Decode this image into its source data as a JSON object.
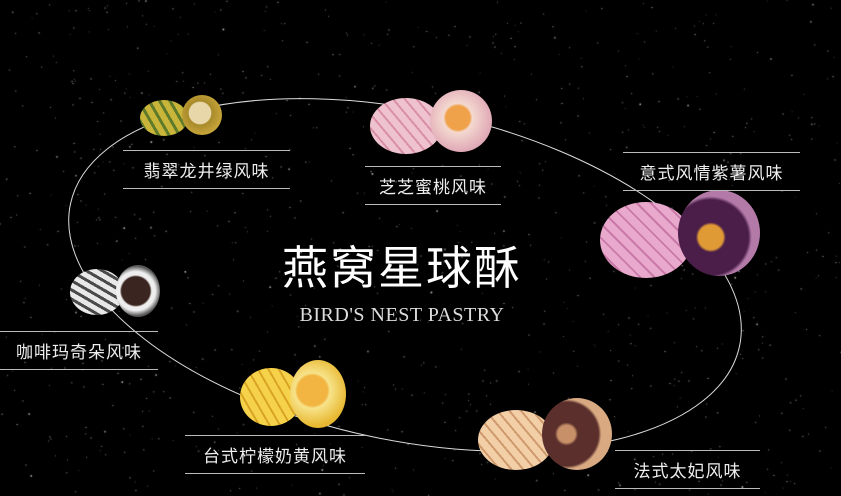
{
  "title": "燕窝星球酥",
  "subtitle": "BIRD'S NEST PASTRY",
  "flavors": [
    {
      "name": "翡翠龙井绿风味",
      "color": "#b8a531"
    },
    {
      "name": "芝芝蜜桃风味",
      "color": "#e7b4c4"
    },
    {
      "name": "意式风情紫薯风味",
      "color": "#d48db8"
    },
    {
      "name": "咖啡玛奇朵风味",
      "color": "#cfcfcf"
    },
    {
      "name": "台式柠檬奶黄风味",
      "color": "#f1c33b"
    },
    {
      "name": "法式太妃风味",
      "color": "#e9bf98"
    }
  ]
}
